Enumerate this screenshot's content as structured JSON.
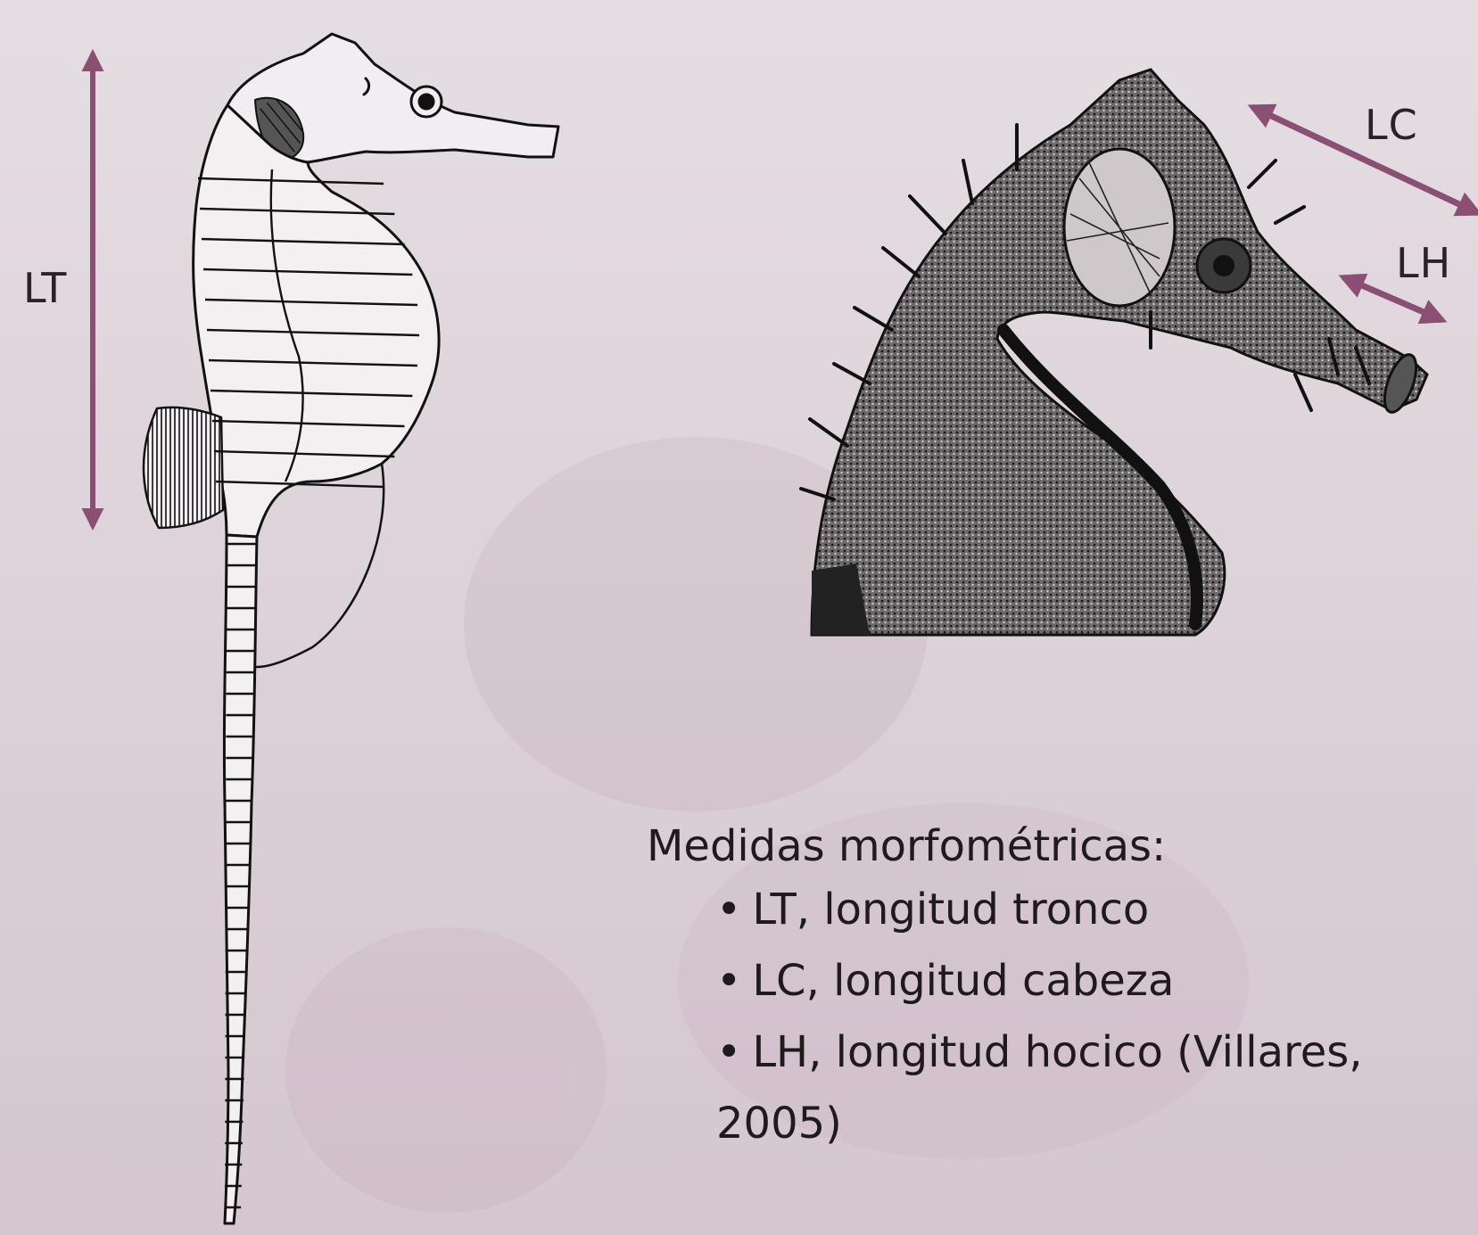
{
  "labels": {
    "lt": "LT",
    "lc": "LC",
    "lh": "LH"
  },
  "caption": {
    "heading": "Medidas morfométricas:",
    "items": [
      "LT, longitud tronco",
      "LC, longitud cabeza",
      "LH, longitud hocico (Villares, 2005)"
    ]
  },
  "colors": {
    "arrow": "#8a4f73",
    "ink": "#111111",
    "background": "#ddd3da"
  },
  "icons": {
    "left_figure": "seahorse-line-drawing",
    "right_figure": "seahorse-head-stipple-drawing"
  }
}
